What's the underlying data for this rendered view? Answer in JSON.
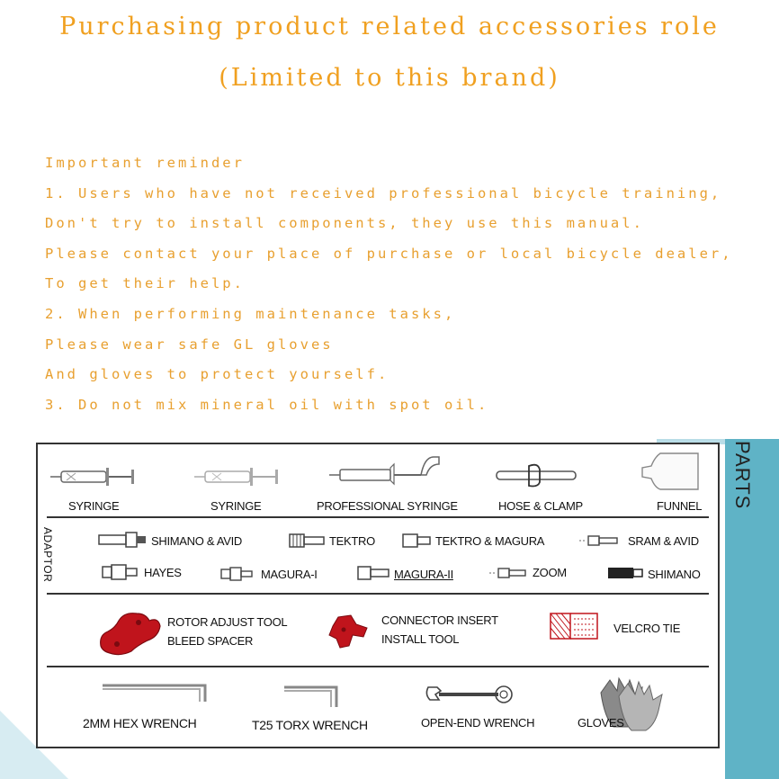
{
  "header": {
    "title_line1": "Purchasing product related accessories role",
    "title_line2": "(Limited to this brand)"
  },
  "reminder": {
    "lines": [
      "Important reminder",
      "1. Users who have not received professional bicycle training,",
      "Don't try to install components, they use this manual.",
      "Please contact your place of purchase or local bicycle dealer,",
      "To get their help.",
      "2. When performing maintenance tasks,",
      "Please wear safe GL gloves",
      "And gloves to protect yourself.",
      "3. Do not mix mineral oil with spot oil."
    ]
  },
  "parts": {
    "side_label": "PARTS",
    "row1": [
      "SYRINGE",
      "SYRINGE",
      "PROFESSIONAL SYRINGE",
      "HOSE & CLAMP",
      "FUNNEL"
    ],
    "adaptor_label": "ADAPTOR",
    "row2a": [
      "SHIMANO & AVID",
      "TEKTRO",
      "TEKTRO & MAGURA",
      "SRAM & AVID"
    ],
    "row2b": [
      "HAYES",
      "MAGURA-I",
      "MAGURA-II",
      "ZOOM",
      "SHIMANO"
    ],
    "row3": {
      "rotor_line1": "ROTOR ADJUST TOOL",
      "rotor_line2": "BLEED SPACER",
      "connector_line1": "CONNECTOR INSERT",
      "connector_line2": "INSTALL TOOL",
      "velcro": "VELCRO TIE"
    },
    "row4": [
      "2MM HEX WRENCH",
      "T25 TORX WRENCH",
      "OPEN-END WRENCH",
      "GLOVES"
    ]
  },
  "colors": {
    "title": "#f0a020",
    "reminder": "#e8a030",
    "teal": "#5fb3c6",
    "tool_red": "#c0141c"
  }
}
